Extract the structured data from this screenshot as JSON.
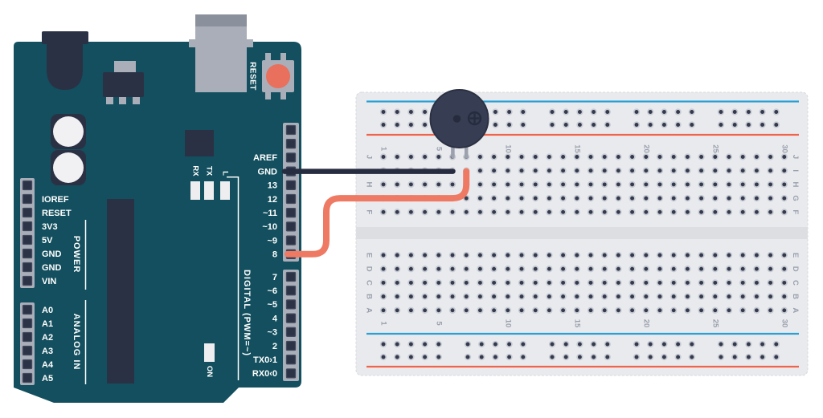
{
  "diagram": {
    "background": "#ffffff"
  },
  "arduino": {
    "board_color": "#134f5e",
    "component_color": "#2b3144",
    "header_color": "#a9aeb9",
    "labels": {
      "reset": "RESET",
      "power_group": "POWER",
      "analog_group": "ANALOG IN",
      "digital_group": "DIGITAL (PWM=~)",
      "on_led": "ON",
      "rx_led": "RX",
      "tx_led": "TX",
      "l_led": "L"
    },
    "power_pins": [
      "",
      "IOREF",
      "RESET",
      "3V3",
      "5V",
      "GND",
      "GND",
      "VIN"
    ],
    "analog_pins": [
      "A0",
      "A1",
      "A2",
      "A3",
      "A4",
      "A5"
    ],
    "digital_pins_top": [
      "",
      "",
      "AREF",
      "GND",
      "13",
      "12",
      "~11",
      "~10",
      "~9",
      "8"
    ],
    "digital_pins_bottom": [
      "7",
      "~6",
      "~5",
      "4",
      "~3",
      "2",
      "TX0›1",
      "RX0‹0"
    ]
  },
  "breadboard": {
    "body_color": "#e9eaee",
    "channel_color": "#dcdee2",
    "hole_color": "#333a4e",
    "rail_blue_color": "#2ba0d4",
    "rail_red_color": "#f0644c",
    "column_labels": [
      "1",
      "5",
      "10",
      "15",
      "20",
      "25",
      "30"
    ],
    "row_labels_top": [
      "J",
      "I",
      "H",
      "G",
      "F"
    ],
    "row_labels_bottom": [
      "E",
      "D",
      "C",
      "B",
      "A"
    ],
    "columns": 30
  },
  "buzzer": {
    "body_color": "#373e54",
    "leg_color": "#9ba1ad"
  },
  "wires": {
    "gnd_wire_color": "#272d40",
    "signal_wire_color": "#ee7a64"
  }
}
